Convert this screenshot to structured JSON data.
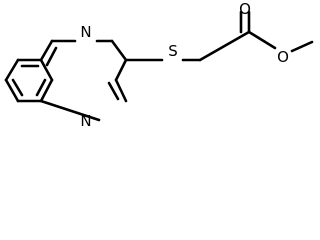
{
  "molecule": {
    "atoms": {
      "n_top": "N",
      "n_bottom": "N",
      "sulfur": "S",
      "carbonyl_oxygen": "O",
      "ester_oxygen": "O"
    }
  }
}
